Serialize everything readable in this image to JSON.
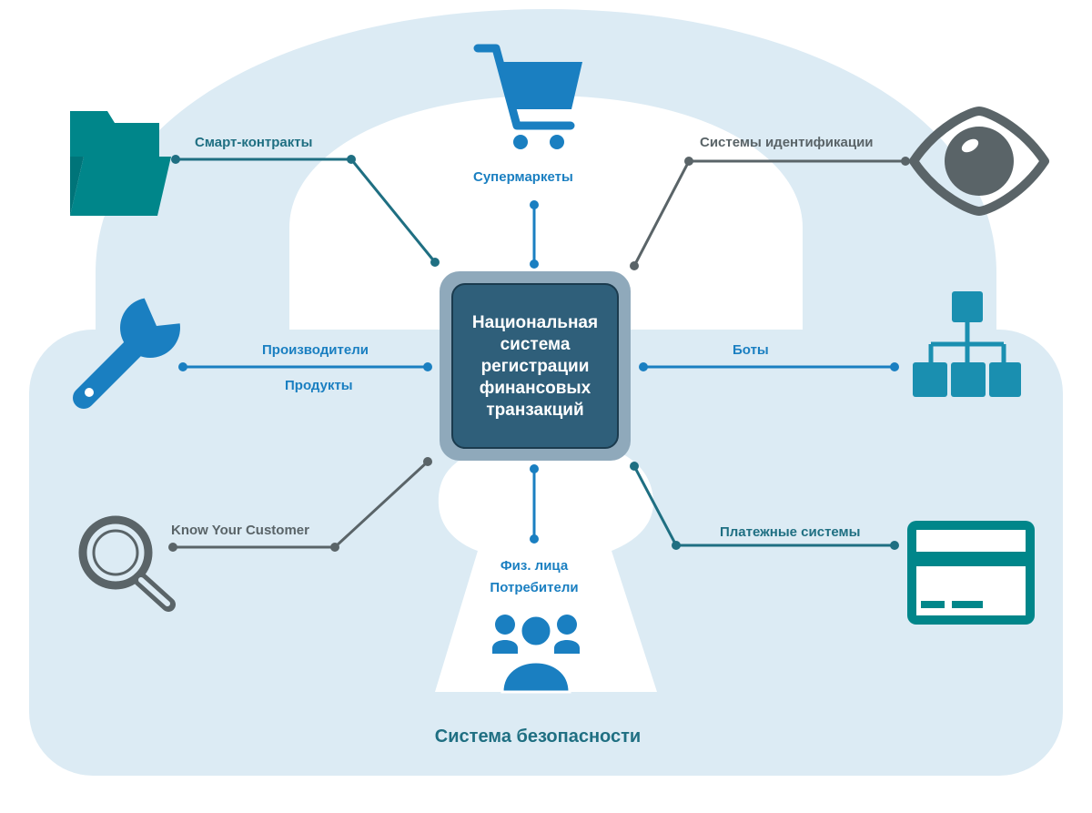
{
  "center": {
    "lines": [
      "Национальная",
      "система",
      "регистрации",
      "финансовых",
      "транзакций"
    ]
  },
  "labels": {
    "smart_contracts": "Смарт-контракты",
    "supermarkets": "Супермаркеты",
    "identification": "Системы идентификации",
    "producers": "Производители",
    "products": "Продукты",
    "bots": "Боты",
    "kyc": "Know Your Customer",
    "payments": "Платежные системы",
    "individuals": "Физ. лица",
    "consumers": "Потребители"
  },
  "footer": {
    "security": "Система безопасности"
  },
  "icons": {
    "smart_contracts": "folder-icon",
    "supermarkets": "shopping-cart-icon",
    "identification": "eye-icon",
    "producers": "wrench-icon",
    "bots": "org-chart-icon",
    "kyc": "magnifier-icon",
    "payments": "credit-card-icon",
    "consumers": "people-icon"
  },
  "colors": {
    "blue": "#1a7fc1",
    "teal": "#00868a",
    "gray": "#5a6468",
    "lock_bg": "#dcebf4",
    "center_dark": "#2f5f7a",
    "center_frame": "#8fa9bb"
  }
}
